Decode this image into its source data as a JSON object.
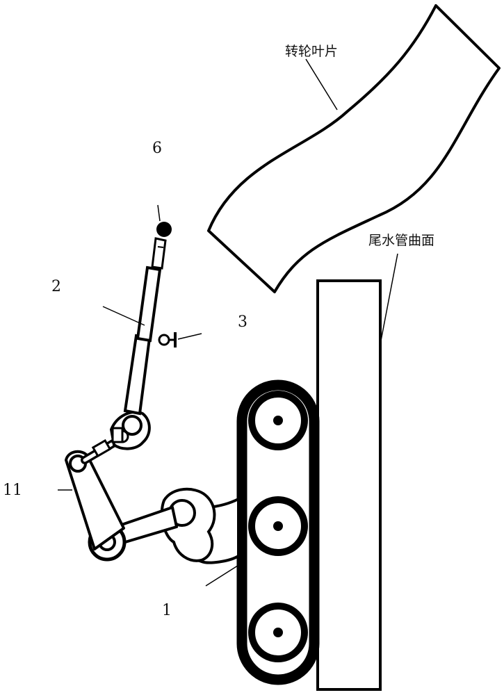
{
  "labels": {
    "runner_blade": "转轮叶片",
    "draft_tube_surface": "尾水管曲面",
    "callout_6": "6",
    "callout_2": "2",
    "callout_3": "3",
    "callout_11": "11",
    "callout_1": "1"
  },
  "colors": {
    "stroke": "#000000",
    "background": "#ffffff"
  }
}
